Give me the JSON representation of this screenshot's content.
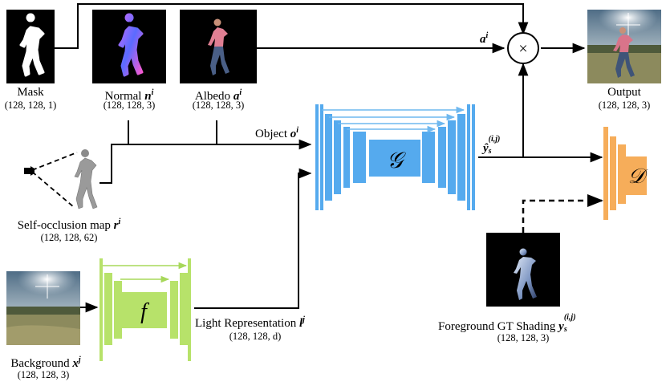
{
  "colors": {
    "generator": "#55aaee",
    "generator_arrow": "#6fb8ef",
    "encoder": "#b7e26a",
    "encoder_arrow": "#a7d85a",
    "discriminator": "#f6ad5a",
    "line": "#000000"
  },
  "inputs": {
    "mask": {
      "name": "Mask",
      "dims": "(128, 128, 1)"
    },
    "normal": {
      "name": "Normal",
      "symbol": "n",
      "sup": "i",
      "dims": "(128, 128, 3)"
    },
    "albedo": {
      "name": "Albedo",
      "symbol": "a",
      "sup": "i",
      "dims": "(128, 128, 3)"
    },
    "self_occlusion": {
      "name": "Self-occlusion map",
      "symbol": "r",
      "sup": "i",
      "dims": "(128, 128, 62)"
    },
    "background": {
      "name": "Background",
      "symbol": "x",
      "sup": "j",
      "dims": "(128, 128, 3)"
    }
  },
  "output": {
    "name": "Output",
    "dims": "(128, 128, 3)"
  },
  "shading": {
    "name": "Foreground GT Shading",
    "symbol": "y",
    "sub": "s",
    "sup": "(i,j)",
    "dims": "(128, 128, 3)"
  },
  "light": {
    "name": "Light Representation",
    "symbol": "l",
    "sup": "j",
    "dims": "(128, 128, d)"
  },
  "object": {
    "name": "Object",
    "symbol": "o",
    "sup": "i"
  },
  "albedo_line": {
    "symbol": "a",
    "sup": "i"
  },
  "prediction": {
    "symbol": "ŷ",
    "sub": "s",
    "sup": "(i,j)"
  },
  "networks": {
    "generator": "𝒢",
    "encoder": "f",
    "discriminator": "𝒟",
    "multiply": "×"
  }
}
